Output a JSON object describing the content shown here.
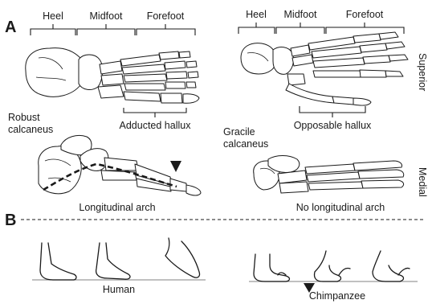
{
  "panels": {
    "a": "A",
    "b": "B"
  },
  "human": {
    "regions": {
      "heel": "Heel",
      "midfoot": "Midfoot",
      "forefoot": "Forefoot"
    },
    "hallux_label": "Adducted hallux",
    "calcaneus_label_line1": "Robust",
    "calcaneus_label_line2": "calcaneus",
    "arch_label": "Longitudinal arch",
    "species_label": "Human"
  },
  "chimpanzee": {
    "regions": {
      "heel": "Heel",
      "midfoot": "Midfoot",
      "forefoot": "Forefoot"
    },
    "hallux_label": "Opposable hallux",
    "calcaneus_label_line1": "Gracile",
    "calcaneus_label_line2": "calcaneus",
    "arch_label": "No longitudinal arch",
    "species_label": "Chimpanzee"
  },
  "views": {
    "superior": "Superior",
    "medial": "Medial"
  },
  "colors": {
    "ink": "#1a1a1a",
    "ground": "#9a9a9a",
    "background": "#ffffff"
  },
  "icons": {
    "pointer": "triangle-pointer-icon"
  }
}
